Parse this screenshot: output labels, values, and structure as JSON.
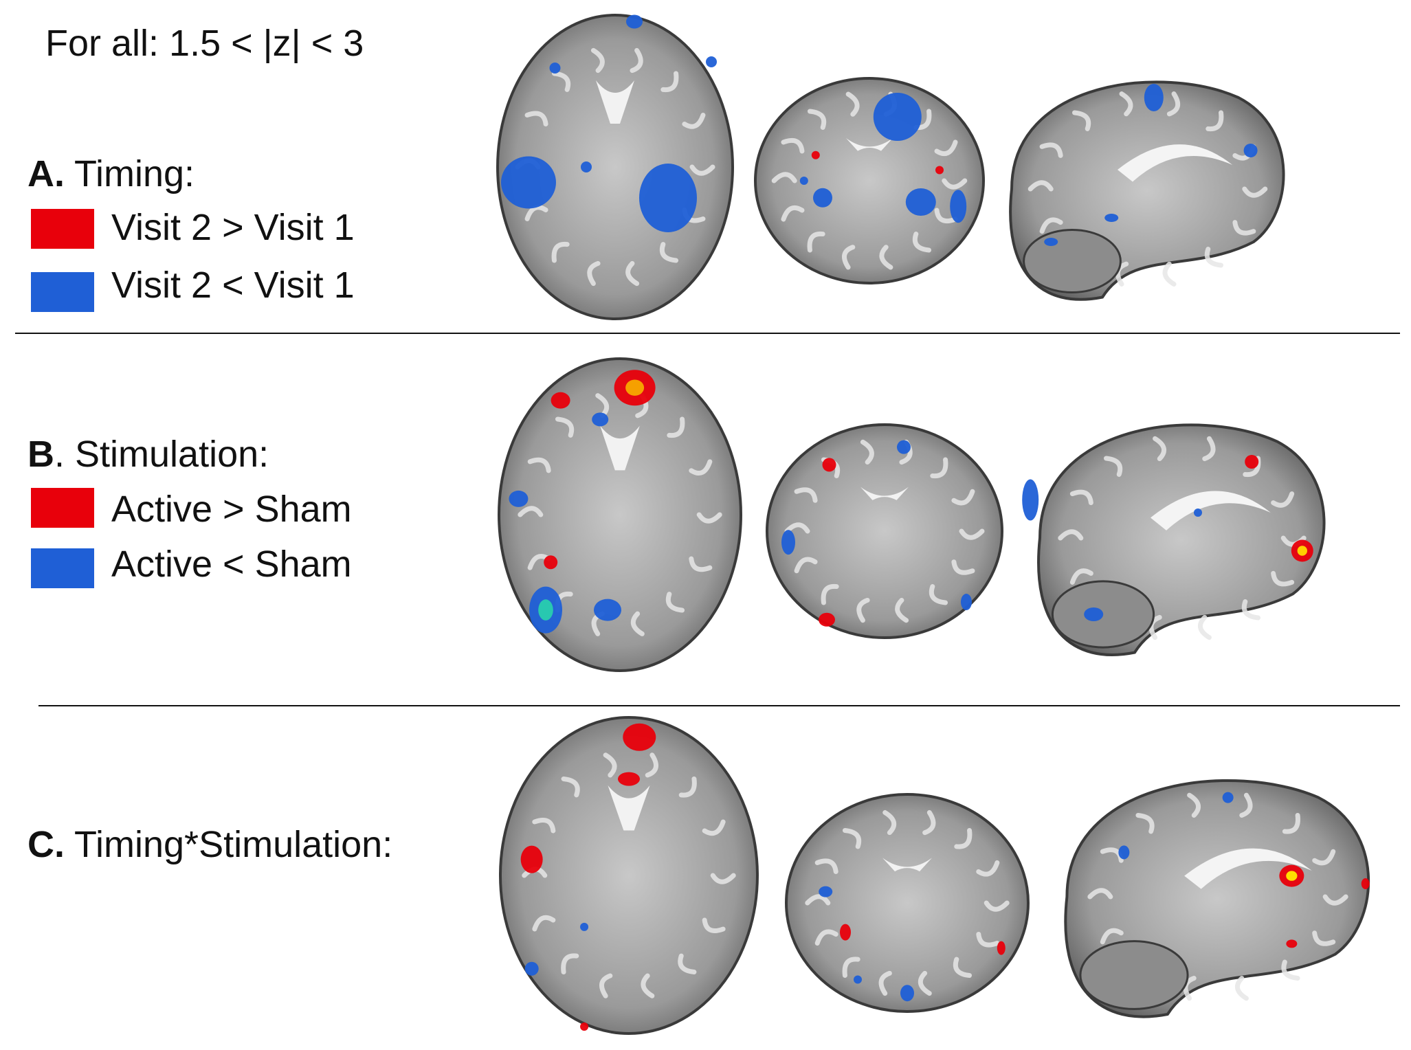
{
  "header": "For all: 1.5 < |z| < 3",
  "colors": {
    "positive": "#e8000b",
    "negative": "#1f5fd6",
    "brain_bg": "#b0b0b0"
  },
  "sections": [
    {
      "letter": "A.",
      "title": "Timing:",
      "legend": [
        {
          "label": "Visit 2 > Visit 1",
          "color": "#e8000b"
        },
        {
          "label": "Visit 2 < Visit 1",
          "color": "#1f5fd6"
        }
      ],
      "views": [
        "axial",
        "coronal",
        "sagittal"
      ]
    },
    {
      "letter": "B",
      "title": ". Stimulation:",
      "legend": [
        {
          "label": "Active > Sham",
          "color": "#e8000b"
        },
        {
          "label": "Active < Sham",
          "color": "#1f5fd6"
        }
      ],
      "views": [
        "axial",
        "coronal",
        "sagittal"
      ]
    },
    {
      "letter": "C.",
      "title": " Timing*Stimulation:",
      "legend": [],
      "views": [
        "axial",
        "coronal",
        "sagittal"
      ]
    }
  ]
}
